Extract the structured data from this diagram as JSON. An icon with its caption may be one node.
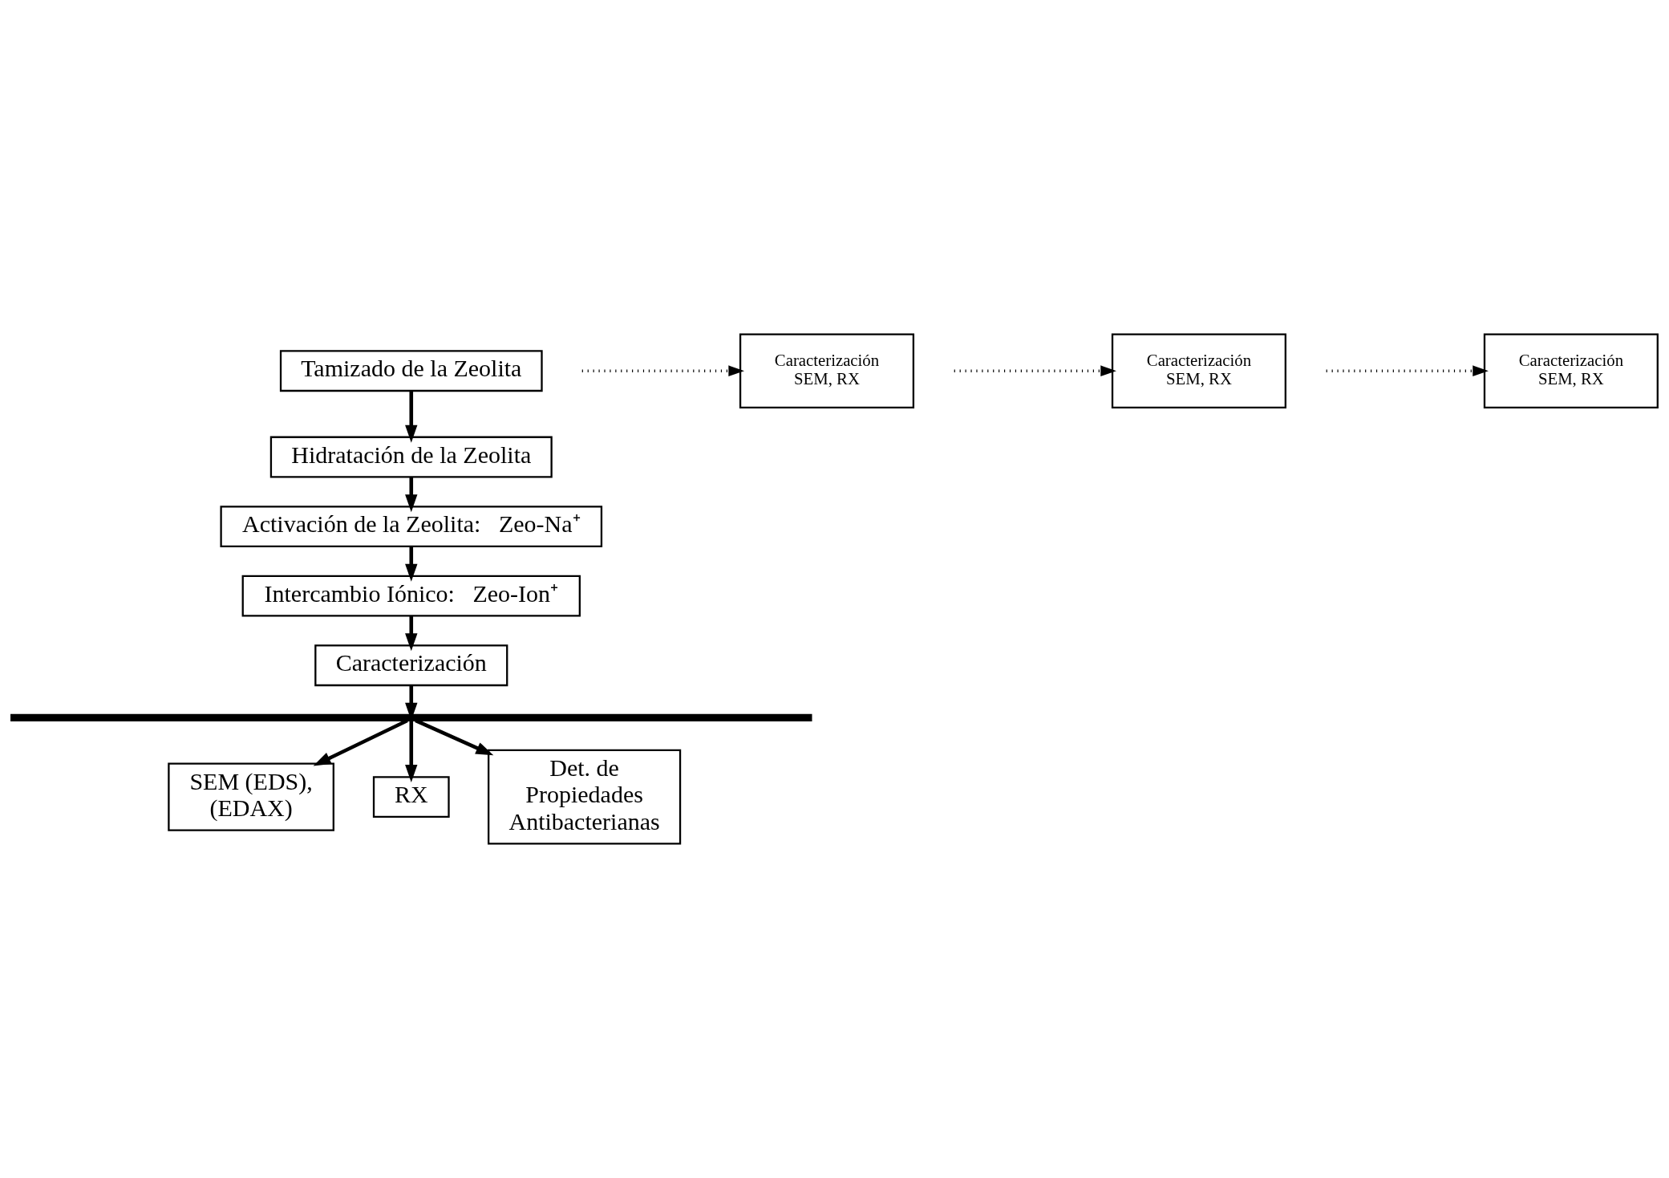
{
  "diagram": {
    "nodes": [
      {
        "text": [
          "Tamizado de la Zeolita"
        ]
      },
      {
        "text": [
          "Caracterización SEM, RX"
        ]
      },
      {
        "text": [
          "Hidratación de la Zeolita"
        ]
      },
      {
        "text": [
          "Caracterización SEM, RX"
        ]
      },
      {
        "text": [
          "Activación de la Zeolita:   Zeo-Na⁺"
        ]
      },
      {
        "text": [
          "Caracterización SEM, RX"
        ]
      },
      {
        "text": [
          "Intercambio Iónico:   Zeo-Ion⁺"
        ]
      },
      {
        "text": [
          "Caracterización"
        ]
      },
      {
        "text": [],
        "shape": "bar"
      },
      {
        "text": [
          "SEM (EDS), (EDAX)"
        ]
      },
      {
        "text": [
          "RX"
        ]
      },
      {
        "text": [
          "Det. de Propiedades Antibacterianas"
        ]
      }
    ],
    "edges": [
      {
        "from": 0,
        "to": 2,
        "arrow": "to"
      },
      {
        "from": null,
        "to": 1,
        "arrow": "to",
        "style": "dashed"
      },
      {
        "from": 2,
        "to": 4,
        "arrow": "to"
      },
      {
        "from": null,
        "to": 3,
        "arrow": "to",
        "style": "dashed"
      },
      {
        "from": 4,
        "to": 6,
        "arrow": "to"
      },
      {
        "from": null,
        "to": 5,
        "arrow": "to",
        "style": "dashed"
      },
      {
        "from": 6,
        "to": 7,
        "arrow": "to"
      },
      {
        "from": 7,
        "to": 8,
        "arrow": "to"
      },
      {
        "from": 8,
        "to": 9,
        "arrow": "to"
      },
      {
        "from": 8,
        "to": 10,
        "arrow": "to"
      },
      {
        "from": 8,
        "to": 11,
        "arrow": "to"
      }
    ]
  }
}
